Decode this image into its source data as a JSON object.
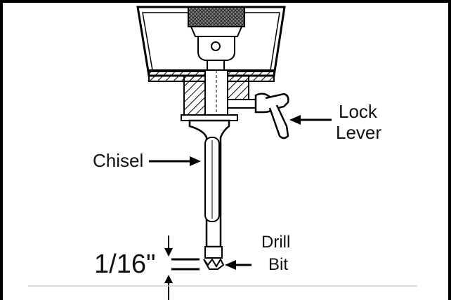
{
  "labels": {
    "lock_line1": "Lock",
    "lock_line2": "Lever",
    "chisel": "Chisel",
    "drill_line1": "Drill",
    "drill_line2": "Bit",
    "gap": "1/16\""
  }
}
